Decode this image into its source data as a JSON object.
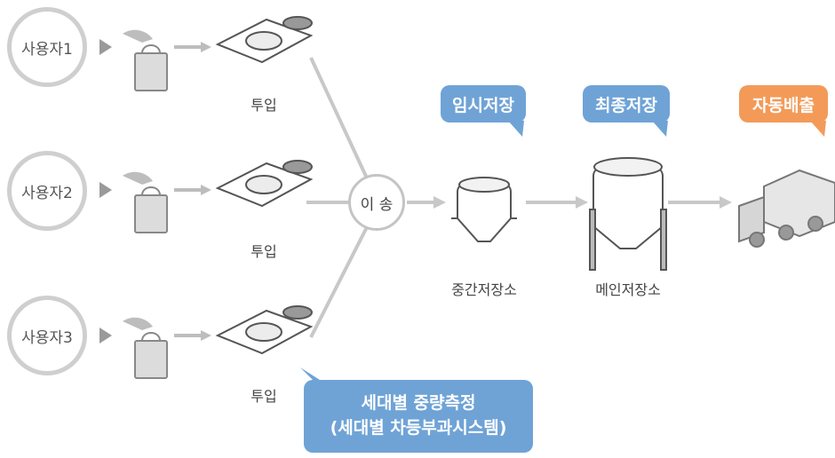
{
  "users": [
    "사용자1",
    "사용자2",
    "사용자3"
  ],
  "input_label": "투입",
  "transfer_label": "이 송",
  "intermediate_label": "중간저장소",
  "main_label": "메인저장소",
  "callouts": {
    "temp": "임시저장",
    "final": "최종저장",
    "auto": "자동배출",
    "weigh_line1": "세대별 중량측정",
    "weigh_line2": "(세대별 차등부과시스템)"
  },
  "colors": {
    "blue": "#6fa3d6",
    "orange": "#f39a58",
    "line": "#c8c8c8"
  }
}
